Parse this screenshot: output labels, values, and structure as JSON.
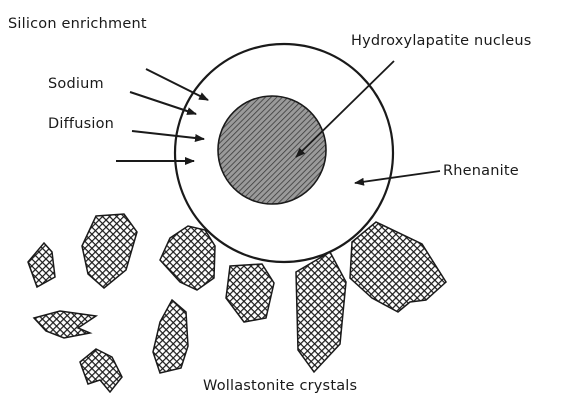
{
  "labels": {
    "silicon_enrichment": "Silicon enrichment",
    "sodium": "Sodium",
    "diffusion": "Diffusion",
    "hydroxylapatite_nucleus": "Hydroxylapatite nucleus",
    "rhenanite": "Rhenanite",
    "wollastonite_crystals": "Wollastonite crystals"
  },
  "colors": {
    "ink": "#1a1a1a",
    "nucleus_fill": "#7f7f7f",
    "crystal_fill": "#5a5a5a",
    "background": "#ffffff"
  }
}
